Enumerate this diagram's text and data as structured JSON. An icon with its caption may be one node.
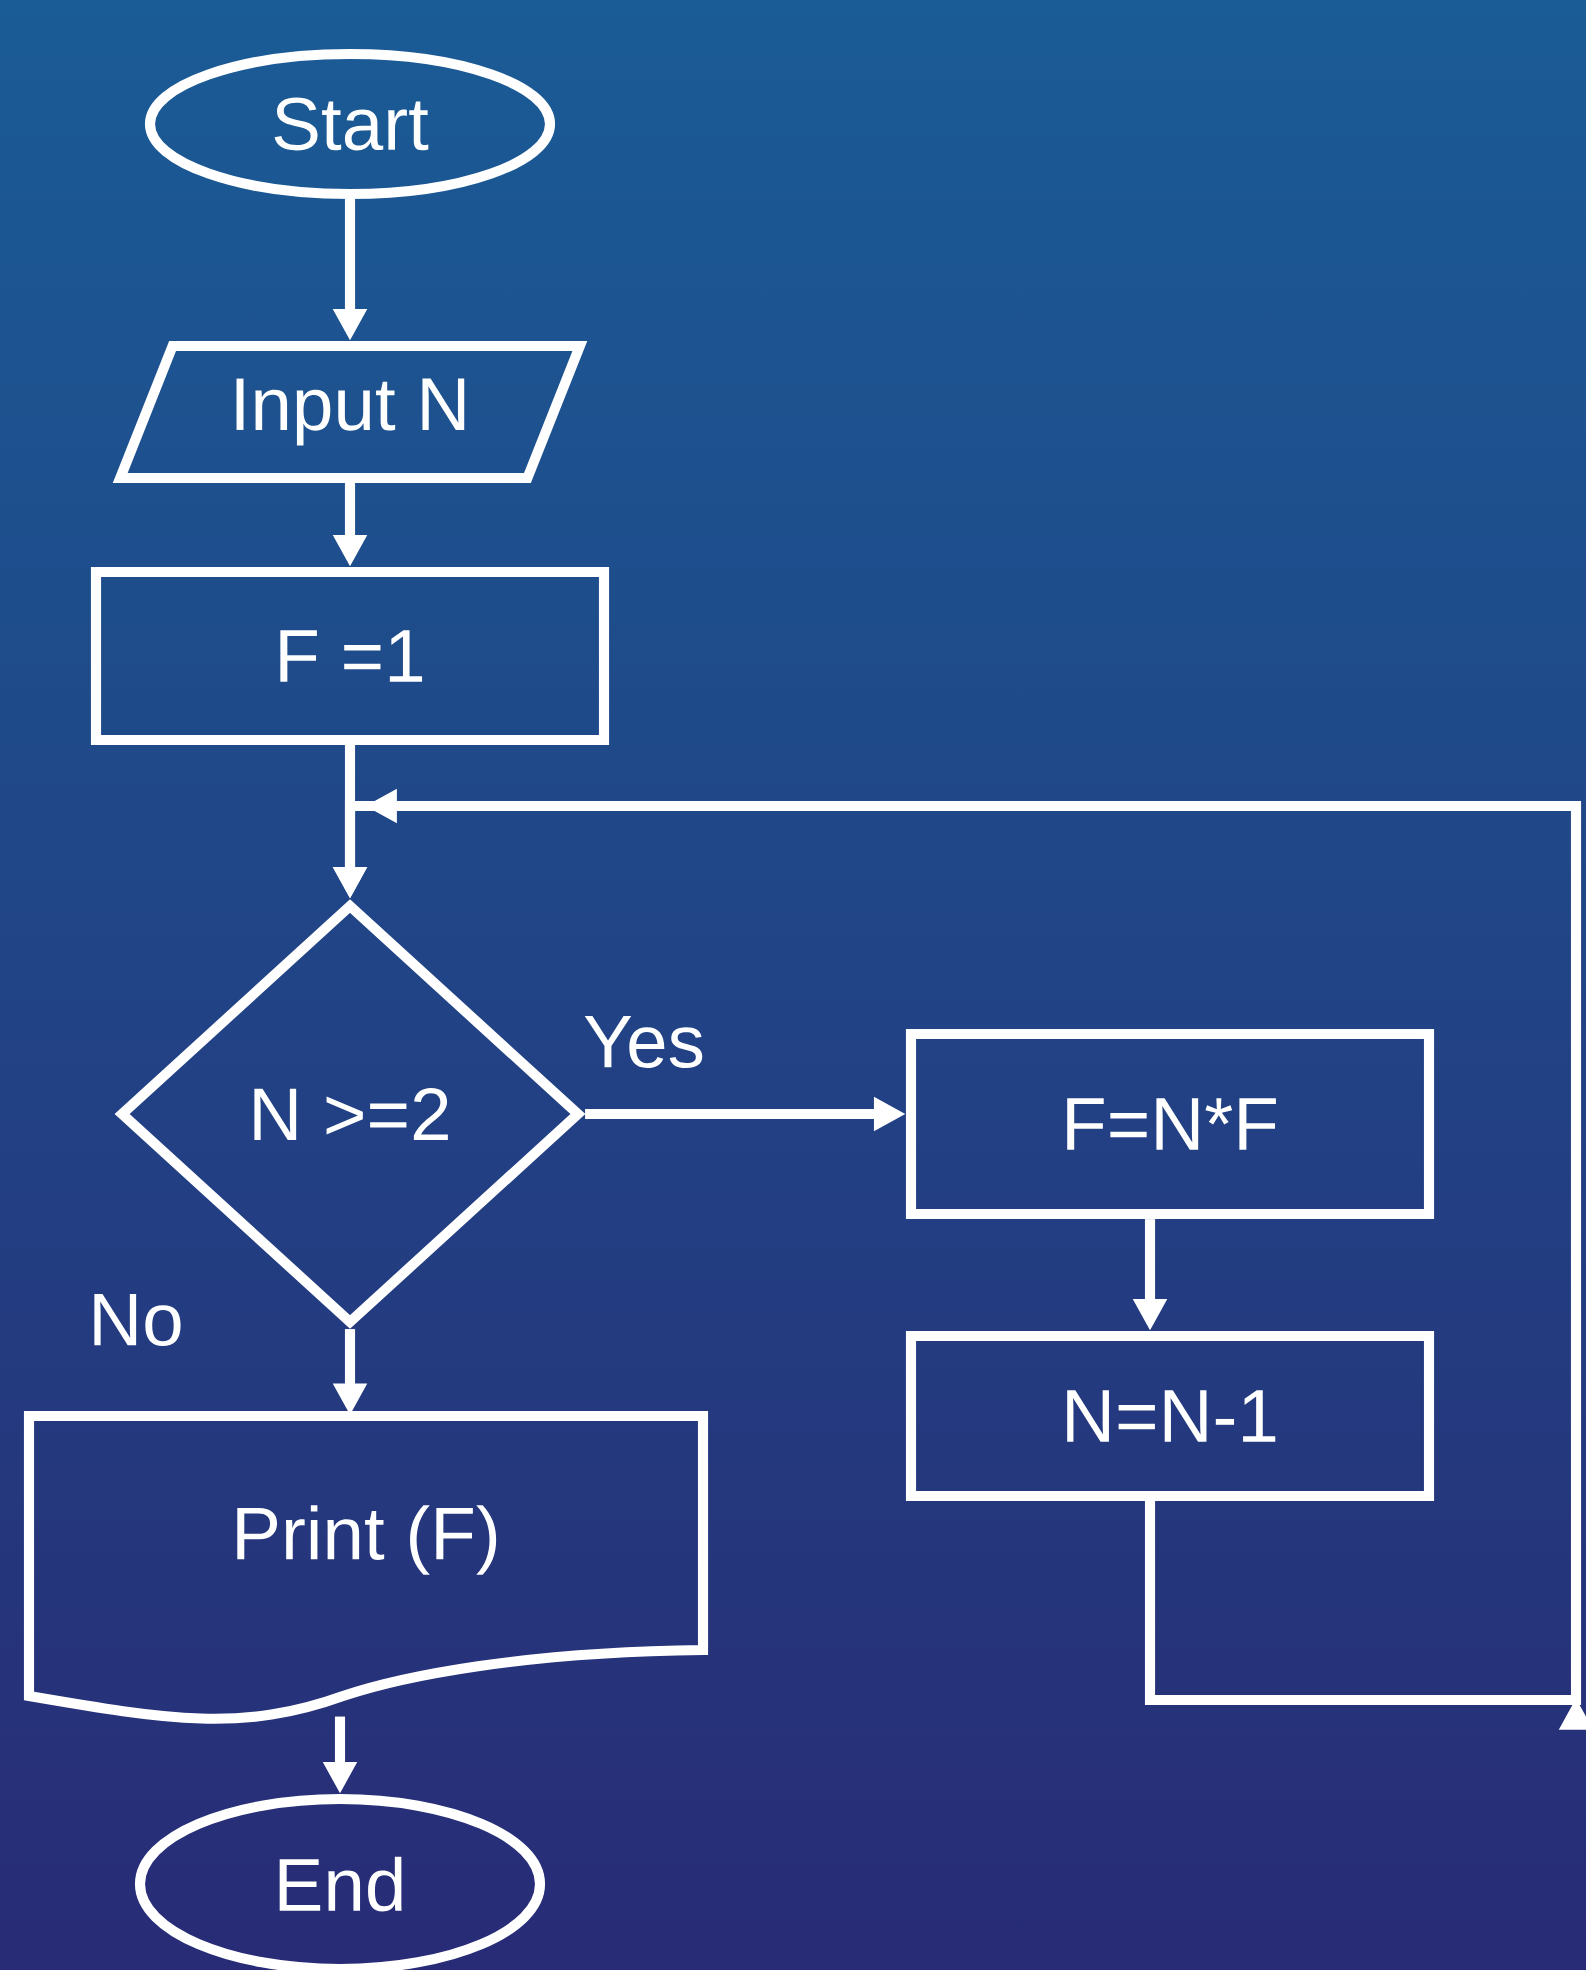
{
  "diagram": {
    "nodes": [
      {
        "text": [
          "Start"
        ]
      },
      {
        "text": [
          "Input N"
        ]
      },
      {
        "text": [
          "F =1"
        ]
      },
      {
        "text": [
          "N >=2"
        ]
      },
      {
        "text": [
          "F=N*F"
        ]
      },
      {
        "text": [
          "N=N-1"
        ]
      },
      {
        "text": [
          "Print (F)"
        ]
      },
      {
        "text": [
          "End"
        ]
      }
    ],
    "edges": [
      {
        "from": 0,
        "to": 1,
        "arrow": "to"
      },
      {
        "from": 1,
        "to": 2,
        "arrow": "to"
      },
      {
        "from": 2,
        "to": 3,
        "arrow": "to"
      },
      {
        "from": 3,
        "to": 4,
        "arrow": "to",
        "label": "Yes"
      },
      {
        "from": 4,
        "to": 5,
        "arrow": "to"
      },
      {
        "from": 5,
        "to": 3,
        "arrow": "to"
      },
      {
        "from": 3,
        "to": 6,
        "arrow": "to",
        "label": "No"
      },
      {
        "from": 6,
        "to": 7,
        "arrow": "to"
      }
    ]
  }
}
